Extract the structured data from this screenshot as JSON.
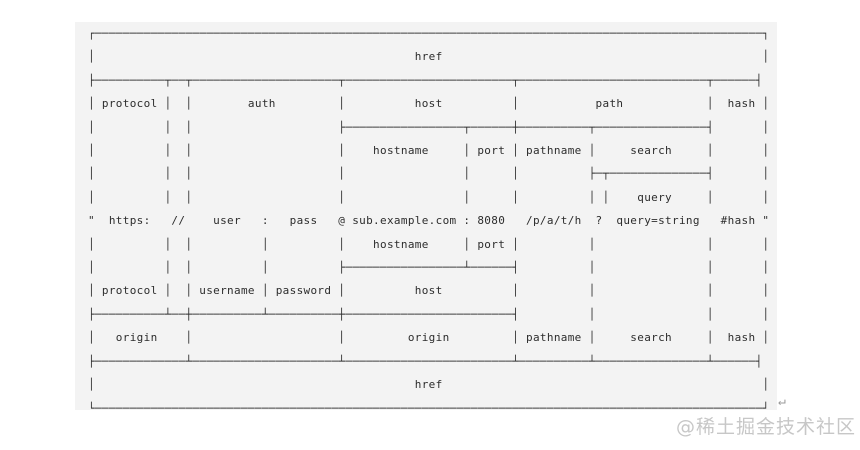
{
  "page": {
    "background": "#ffffff"
  },
  "code_block": {
    "background": "#f3f3f3",
    "text_color": "#2d2d2d"
  },
  "diagram": {
    "title": "url-components-ascii-diagram",
    "labels": [
      "href",
      "protocol",
      "auth",
      "host",
      "path",
      "hash",
      "hostname",
      "port",
      "pathname",
      "search",
      "query",
      "username",
      "password",
      "origin"
    ],
    "example_tokens": [
      "\"",
      "https:",
      "//",
      "user",
      ":",
      "pass",
      "@",
      "sub.example.com",
      ":",
      "8080",
      "/p/a/t/h",
      "?",
      "query=string",
      "#hash",
      "\""
    ],
    "lines": [
      "┌────────────────────────────────────────────────────────────────────────────────────────────────┐",
      "│                                              href                                              │",
      "├──────────┬──┬─────────────────────┬────────────────────────┬───────────────────────────┬──────┤",
      "│ protocol │  │        auth         │          host          │           path            │  hash │",
      "│          │  │                     ├─────────────────┬──────┼──────────┬────────────────┤       │",
      "│          │  │                     │    hostname     │ port │ pathname │     search     │       │",
      "│          │  │                     │                 │      │          ├─┬──────────────┤       │",
      "│          │  │                     │                 │      │          │ │    query     │       │",
      "\"  https:   //    user   :   pass   @ sub.example.com : 8080   /p/a/t/h  ?  query=string   #hash \"",
      "│          │  │          │          │    hostname     │ port │          │                │       │",
      "│          │  │          │          ├─────────────────┴──────┤          │                │       │",
      "│ protocol │  │ username │ password │          host          │          │                │       │",
      "├──────────┴──┼──────────┴──────────┼────────────────────────┤          │                │       │",
      "│   origin    │                     │         origin         │ pathname │     search     │  hash │",
      "├─────────────┴─────────────────────┴────────────────────────┴──────────┴────────────────┴──────┤",
      "│                                              href                                              │",
      "└────────────────────────────────────────────────────────────────────────────────────────────────┘"
    ]
  },
  "wrap_indicator": "↵",
  "watermark": {
    "text": "@稀土掘金技术社区",
    "color": "#c7c7c7"
  }
}
